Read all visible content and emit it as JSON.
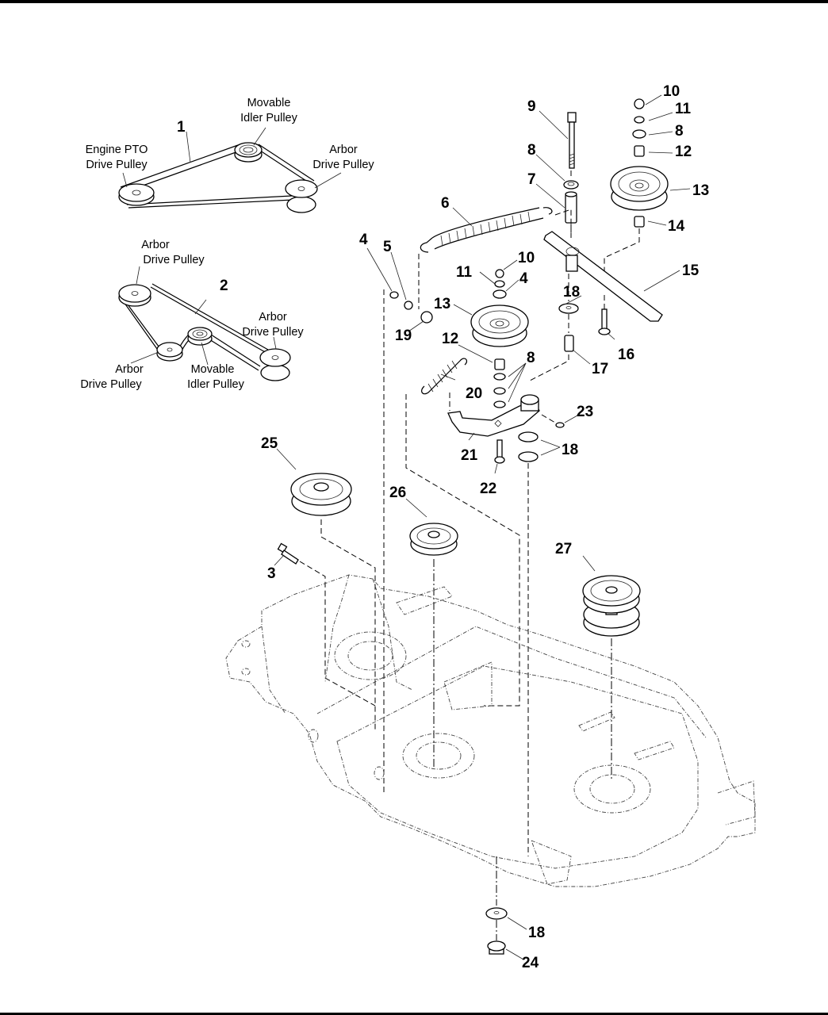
{
  "page": {
    "type": "exploded-parts-diagram",
    "subject": "Mower deck belt drive and pulley assembly"
  },
  "belt_diagrams": [
    {
      "callout": "1",
      "labels": {
        "engine_pto_line1": "Engine PTO",
        "engine_pto_line2": "Drive Pulley",
        "idler_line1": "Movable",
        "idler_line2": "Idler Pulley",
        "arbor_line1": "Arbor",
        "arbor_line2": "Drive Pulley"
      }
    },
    {
      "callout": "2",
      "labels": {
        "arbor_top_line1": "Arbor",
        "arbor_top_line2": "Drive Pulley",
        "arbor_right_line1": "Arbor",
        "arbor_right_line2": "Drive Pulley",
        "arbor_left_line1": "Arbor",
        "arbor_left_line2": "Drive Pulley",
        "idler_line1": "Movable",
        "idler_line2": "Idler Pulley"
      }
    }
  ],
  "callouts": {
    "c3": "3",
    "c4a": "4",
    "c4b": "4",
    "c5": "5",
    "c6": "6",
    "c7": "7",
    "c8a": "8",
    "c8b": "8",
    "c8c": "8",
    "c9": "9",
    "c10a": "10",
    "c10b": "10",
    "c11a": "11",
    "c11b": "11",
    "c12a": "12",
    "c12b": "12",
    "c13a": "13",
    "c13b": "13",
    "c14": "14",
    "c15": "15",
    "c16": "16",
    "c17": "17",
    "c18a": "18",
    "c18b": "18",
    "c18c": "18",
    "c19": "19",
    "c20": "20",
    "c21": "21",
    "c22": "22",
    "c23": "23",
    "c24": "24",
    "c25": "25",
    "c26": "26",
    "c27": "27"
  }
}
